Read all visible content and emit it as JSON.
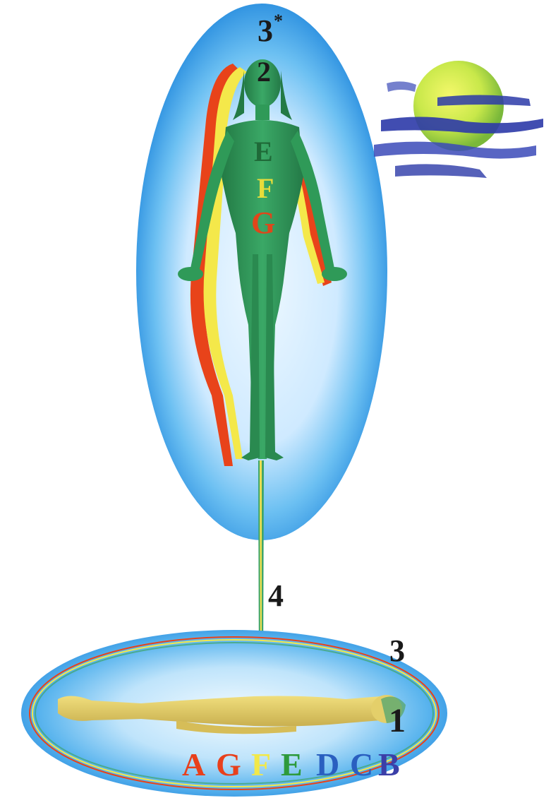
{
  "labels": {
    "top_number": "3",
    "top_star": "*",
    "head_number": "2",
    "torso_upper": "E",
    "torso_middle": "F",
    "torso_lower": "G",
    "cord_number": "4",
    "ring_number": "3",
    "body_number": "1"
  },
  "letter_row": [
    {
      "letter": "A",
      "color": "#e8401c"
    },
    {
      "letter": "G",
      "color": "#e8401c"
    },
    {
      "letter": "F",
      "color": "#f2e84a"
    },
    {
      "letter": "E",
      "color": "#2e9a3c"
    },
    {
      "letter": "D",
      "color": "#2a5fc0"
    },
    {
      "letter": "C",
      "color": "#2a5fc0"
    },
    {
      "letter": "B",
      "color": "#3b3fa8"
    }
  ],
  "colors": {
    "aura_blue": "#2a8ee0",
    "aura_light": "#e8f6ff",
    "astral_body": "#2f9a58",
    "physical_body": "#e4cf6a",
    "moon": "#c8e84a",
    "clouds": "#2c3aa8",
    "stripe_red": "#e8431a",
    "stripe_yellow": "#f4e84a",
    "label_dark": "#1a1a1a"
  }
}
